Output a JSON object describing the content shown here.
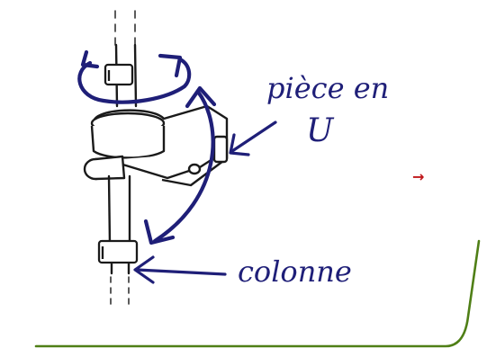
{
  "labels": {
    "piece_en": "pièce en",
    "u_shape": "U",
    "colonne": "colonne"
  },
  "nav": {
    "arrow_glyph": "→"
  },
  "colors": {
    "ink": "#1a1a1a",
    "label_blue": "#1f1f78",
    "frame_green": "#4f7f16",
    "nav_red": "#c0171b"
  },
  "icons": {
    "rotation": "rotation-arrow-icon",
    "swing": "swing-arc-icon",
    "pointer": "pointer-arrow-icon",
    "next": "next-arrow-icon"
  }
}
